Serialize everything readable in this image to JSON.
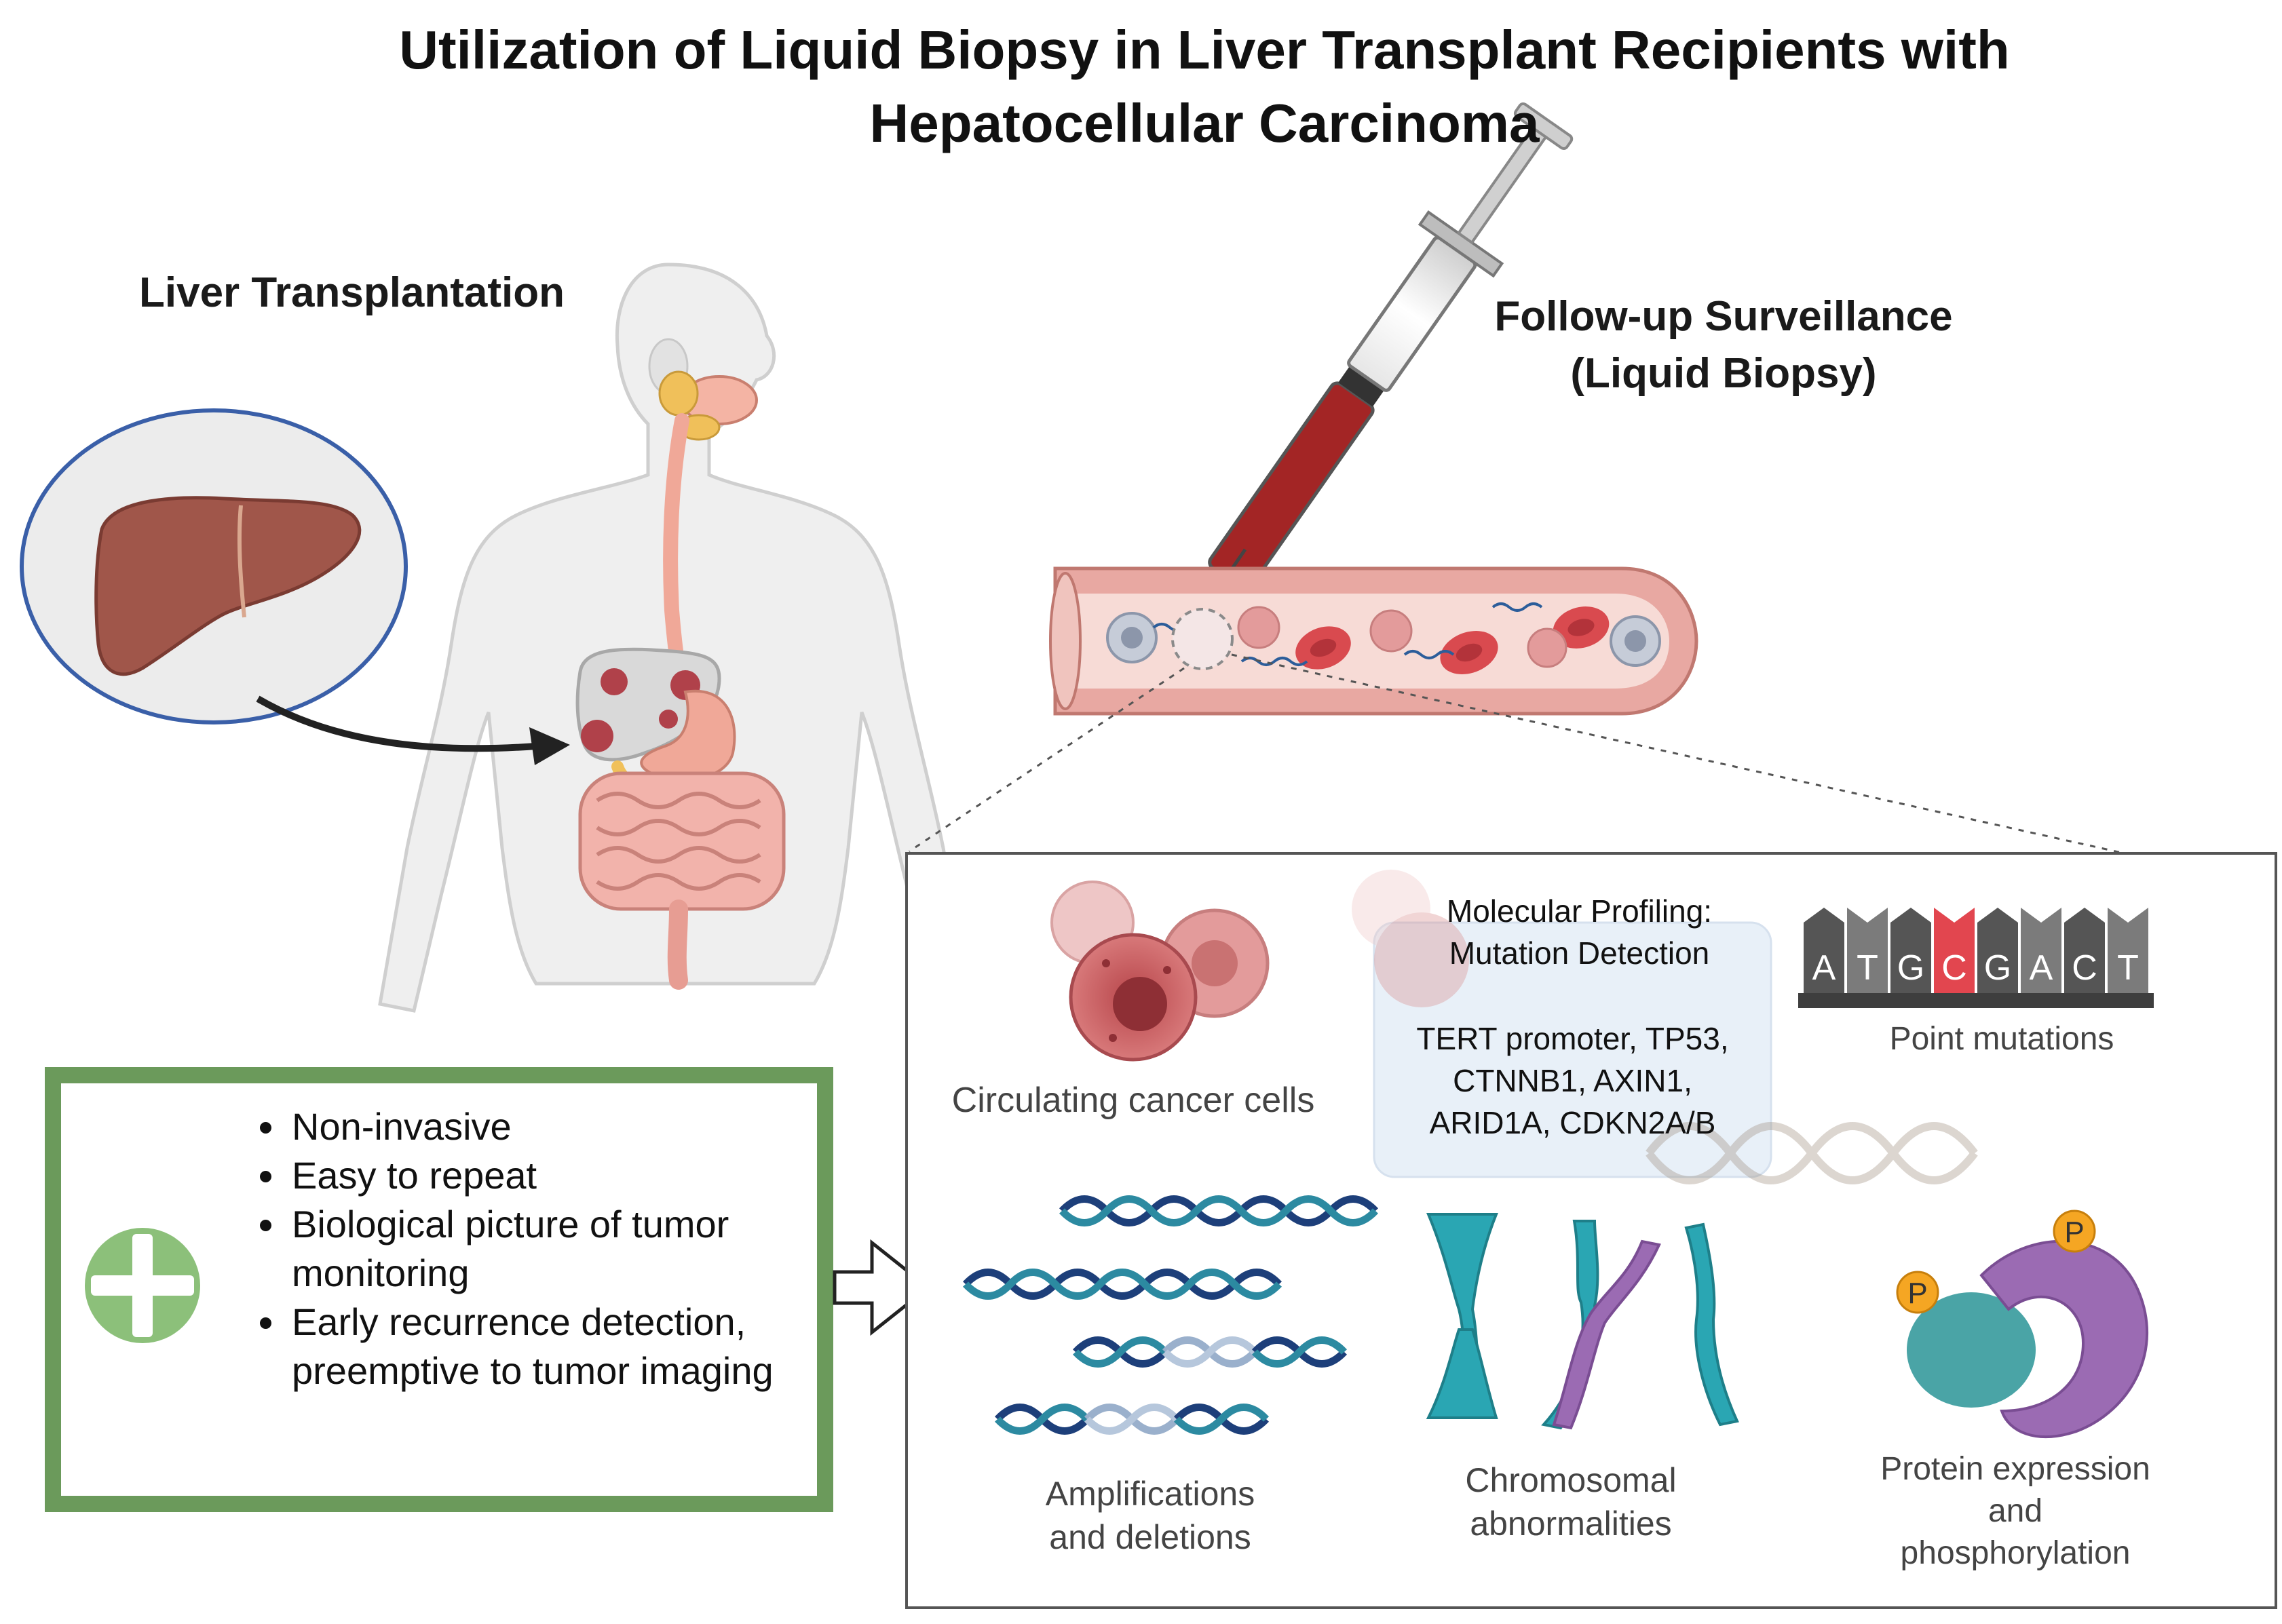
{
  "title_line1": "Utilization of Liquid Biopsy in Liver Transplant Recipients with",
  "title_line2": "Hepatocellular Carcinoma",
  "liver_transplantation_label": "Liver Transplantation",
  "surveillance": {
    "line1": "Follow-up Surveillance",
    "line2": "(Liquid Biopsy)"
  },
  "benefits": {
    "items": [
      "Non-invasive",
      "Easy to repeat",
      "Biological picture of tumor monitoring",
      "Early recurrence detection, preemptive to tumor imaging"
    ]
  },
  "molecular_profiling": {
    "title_line1": "Molecular Profiling:",
    "title_line2": "Mutation Detection",
    "genes_line1": "TERT promoter,  TP53,",
    "genes_line2": "CTNNB1, AXIN1,",
    "genes_line3": "ARID1A, CDKN2A/B"
  },
  "panels": {
    "circulating_cells": "Circulating cancer cells",
    "point_mutations": "Point mutations",
    "amplifications_line1": "Amplifications",
    "amplifications_line2": "and deletions",
    "chromosomal_line1": "Chromosomal",
    "chromosomal_line2": "abnormalities",
    "protein_line1": "Protein expression",
    "protein_line2": "and",
    "protein_line3": "phosphorylation"
  },
  "dna_sequence": [
    "A",
    "T",
    "G",
    "C",
    "G",
    "A",
    "C",
    "T"
  ],
  "mutated_base_index": 3,
  "phospho_label": "P",
  "colors": {
    "benefits_border": "#6b9a5b",
    "plus_circle": "#8cc07a",
    "liver": "#a0564a",
    "vessel": "#e8a8a2",
    "blood_cell": "#d94a4f",
    "chromosome": "#2aa6b3",
    "protein_purple": "#9b6bb3",
    "protein_teal": "#4aa4a6",
    "phospho": "#f5a623",
    "mutation_red": "#e2464f"
  }
}
